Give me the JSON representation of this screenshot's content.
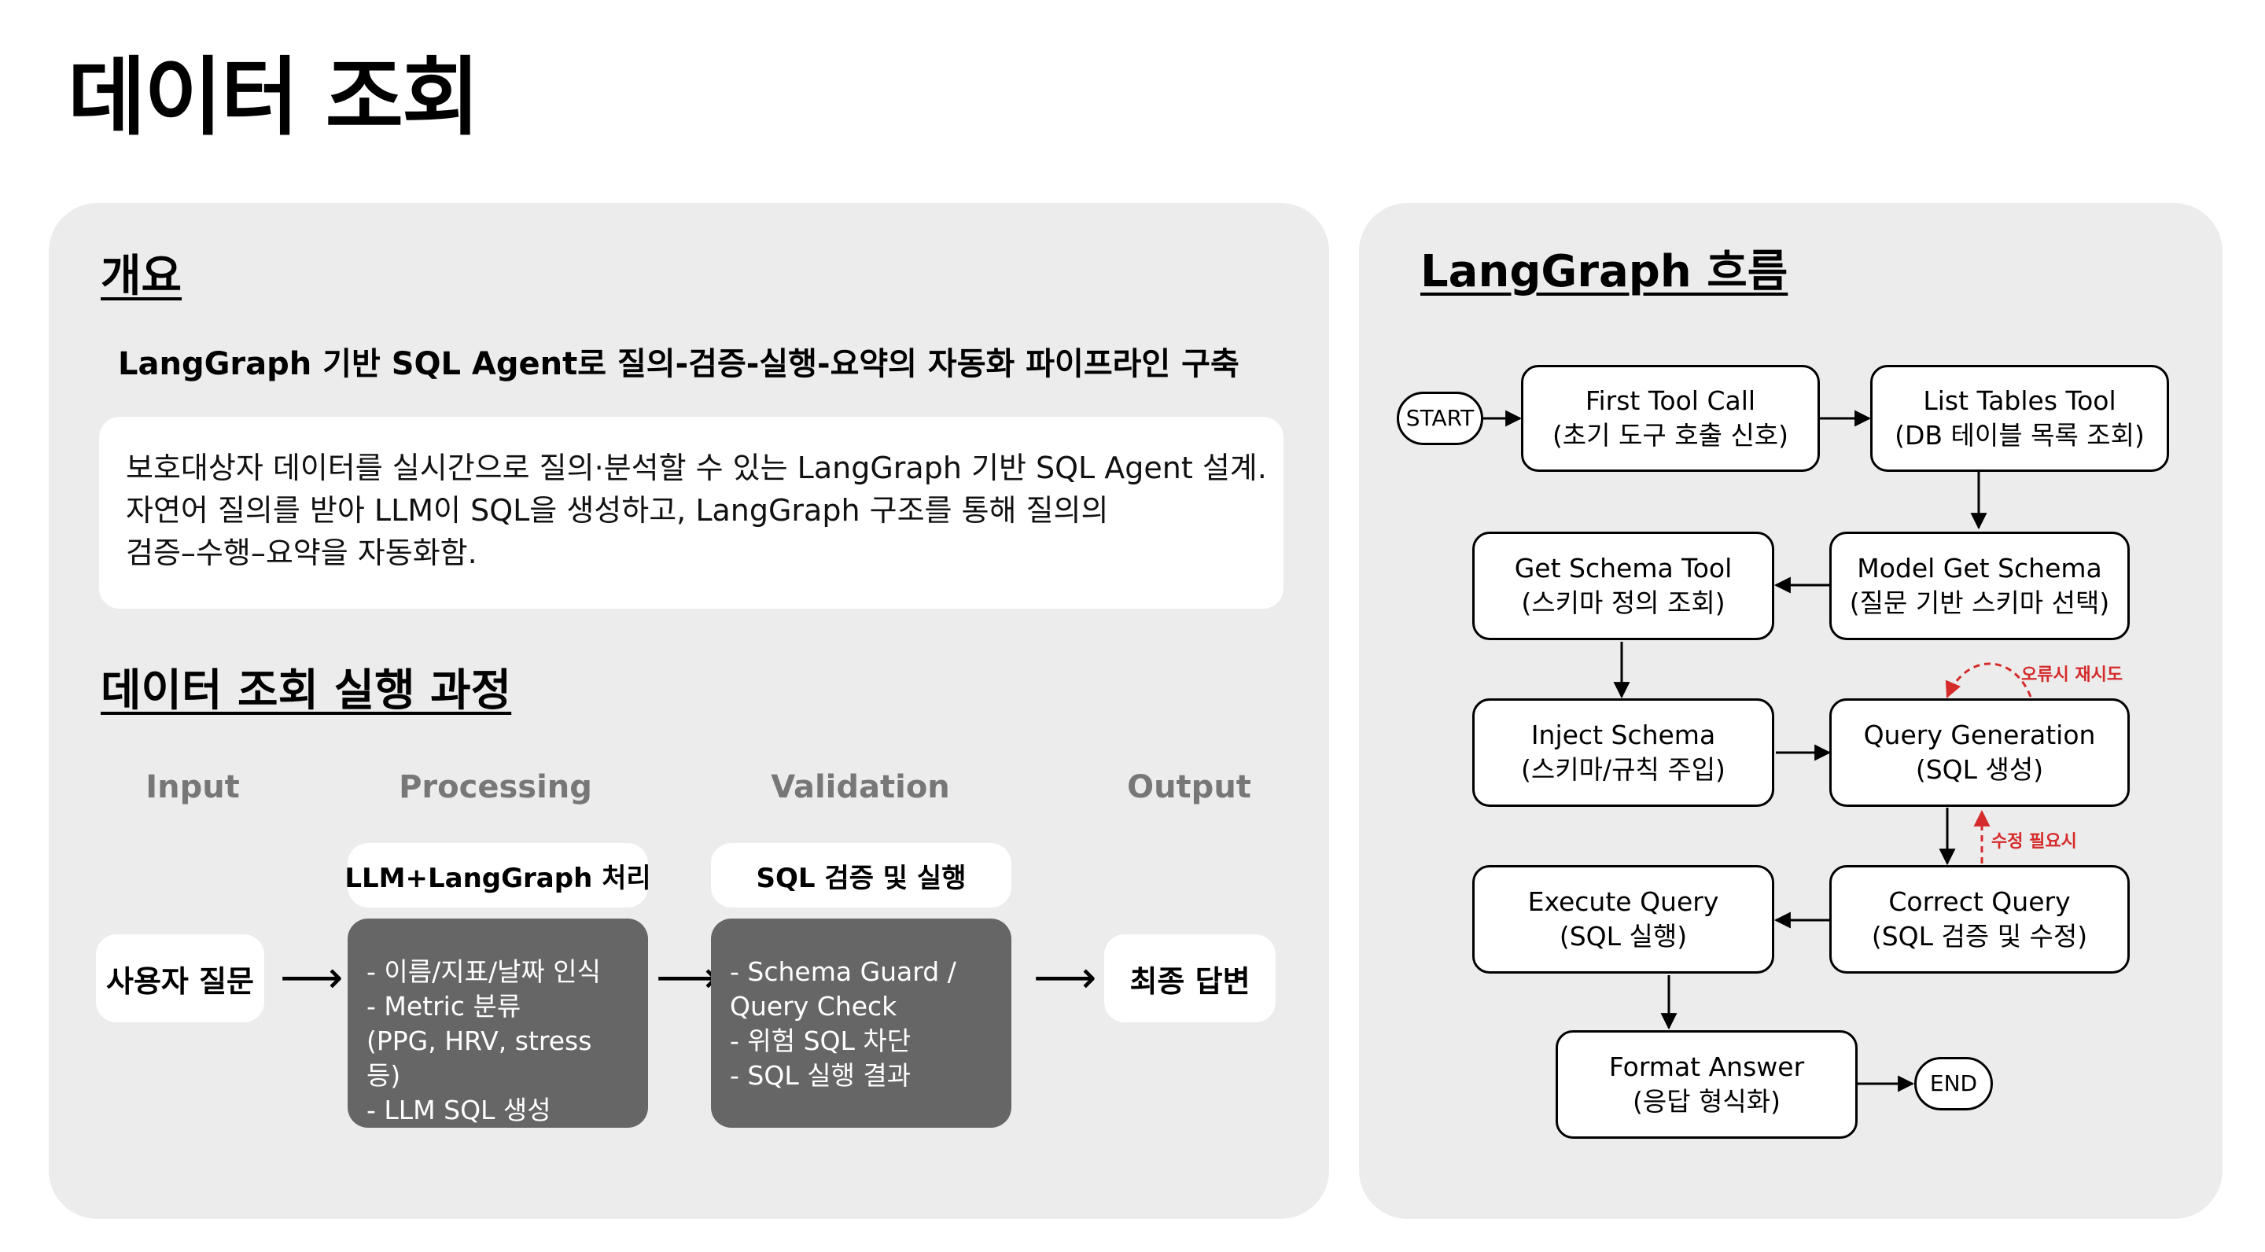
{
  "page": {
    "title": "데이터 조회"
  },
  "overview": {
    "heading": "개요",
    "subtitle": "LangGraph 기반 SQL Agent로 질의-검증-실행-요약의 자동화 파이프라인 구축",
    "description": "보호대상자 데이터를 실시간으로 질의·분석할 수 있는 LangGraph 기반 SQL Agent 설계.\n자연어 질의를 받아 LLM이 SQL을 생성하고, LangGraph 구조를 통해 질의의\n검증–수행–요약을 자동화함."
  },
  "process": {
    "heading": "데이터 조회 실행 과정",
    "stages": [
      "Input",
      "Processing",
      "Validation",
      "Output"
    ],
    "input_box": "사용자 질문",
    "processing_label": "LLM+LangGraph 처리",
    "processing_details": "- 이름/지표/날짜 인식\n- Metric 분류\n(PPG, HRV, stress 등)\n- LLM SQL 생성",
    "validation_label": "SQL 검증 및 실행",
    "validation_details": "- Schema Guard /\nQuery Check\n- 위험 SQL 차단\n- SQL 실행 결과",
    "output_box": "최종 답변",
    "arrow": "⟶"
  },
  "flow": {
    "heading": "LangGraph 흐름",
    "start": "START",
    "end": "END",
    "nodes": {
      "first_tool_call": {
        "title": "First Tool Call",
        "sub": "(초기 도구 호출 신호)"
      },
      "list_tables": {
        "title": "List Tables Tool",
        "sub": "(DB 테이블 목록 조회)"
      },
      "model_get_schema": {
        "title": "Model Get Schema",
        "sub": "(질문 기반 스키마 선택)"
      },
      "get_schema": {
        "title": "Get Schema Tool",
        "sub": "(스키마 정의 조회)"
      },
      "inject_schema": {
        "title": "Inject Schema",
        "sub": "(스키마/규칙 주입)"
      },
      "query_generation": {
        "title": "Query Generation",
        "sub": "(SQL 생성)"
      },
      "execute_query": {
        "title": "Execute Query",
        "sub": "(SQL 실행)"
      },
      "correct_query": {
        "title": "Correct Query",
        "sub": "(SQL 검증 및 수정)"
      },
      "format_answer": {
        "title": "Format Answer",
        "sub": "(응답 형식화)"
      }
    },
    "notes": {
      "retry_on_error": "오류시 재시도",
      "fix_needed": "수정 필요시"
    },
    "note_color": "#d52b2b"
  }
}
